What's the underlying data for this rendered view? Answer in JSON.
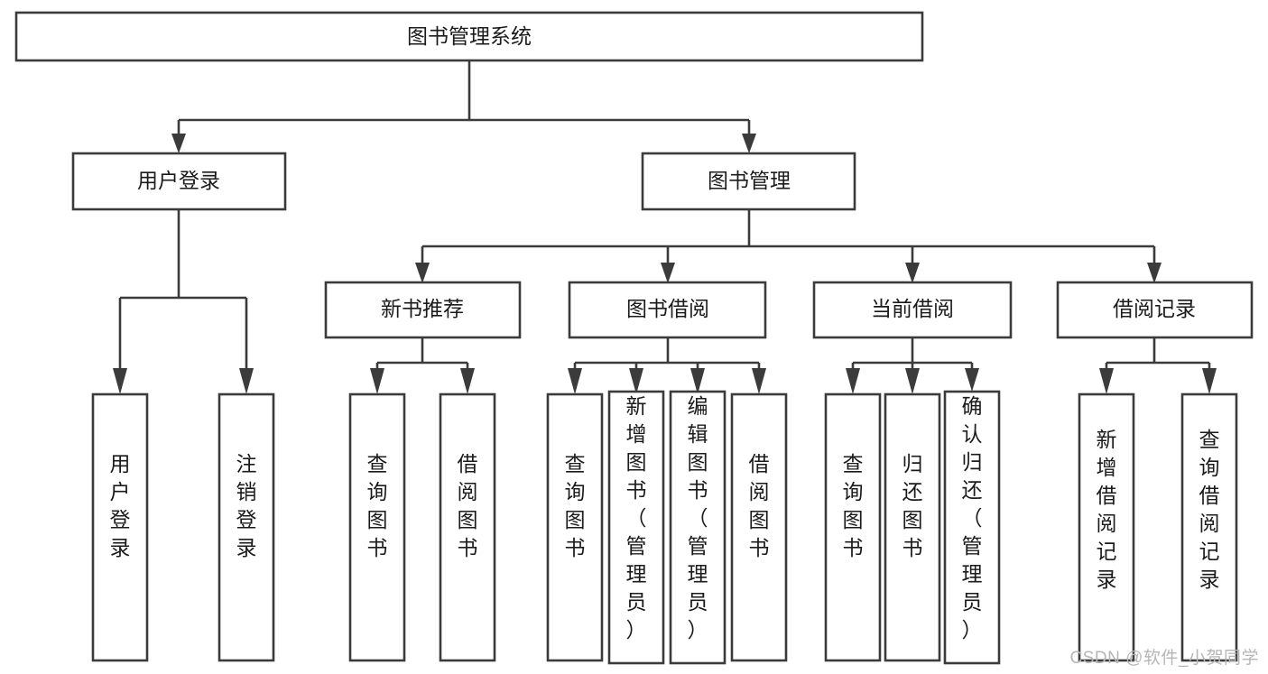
{
  "diagram": {
    "title": "图书管理系统",
    "type": "tree",
    "watermark": "CSDN @软件_小贺同学",
    "colors": {
      "stroke": "#3b3b3b",
      "background": "#ffffff",
      "text": "#1b1b1b",
      "watermark": "#b6b6b6"
    },
    "levels": {
      "root": {
        "label": "图书管理系统"
      },
      "level2": [
        {
          "label": "用户登录"
        },
        {
          "label": "图书管理"
        }
      ],
      "level3": [
        {
          "label": "新书推荐"
        },
        {
          "label": "图书借阅"
        },
        {
          "label": "当前借阅"
        },
        {
          "label": "借阅记录"
        }
      ],
      "leaves": {
        "user_login": [
          {
            "label": "用户登录"
          },
          {
            "label": "注销登录"
          }
        ],
        "new_book_recommend": [
          {
            "label": "查询图书"
          },
          {
            "label": "借阅图书"
          }
        ],
        "book_borrow": [
          {
            "label": "查询图书"
          },
          {
            "label": "新增图书（管理员）"
          },
          {
            "label": "编辑图书（管理员）"
          },
          {
            "label": "借阅图书"
          }
        ],
        "current_borrow": [
          {
            "label": "查询图书"
          },
          {
            "label": "归还图书"
          },
          {
            "label": "确认归还（管理员）"
          }
        ],
        "borrow_record": [
          {
            "label": "新增借阅记录"
          },
          {
            "label": "查询借阅记录"
          }
        ]
      }
    }
  }
}
